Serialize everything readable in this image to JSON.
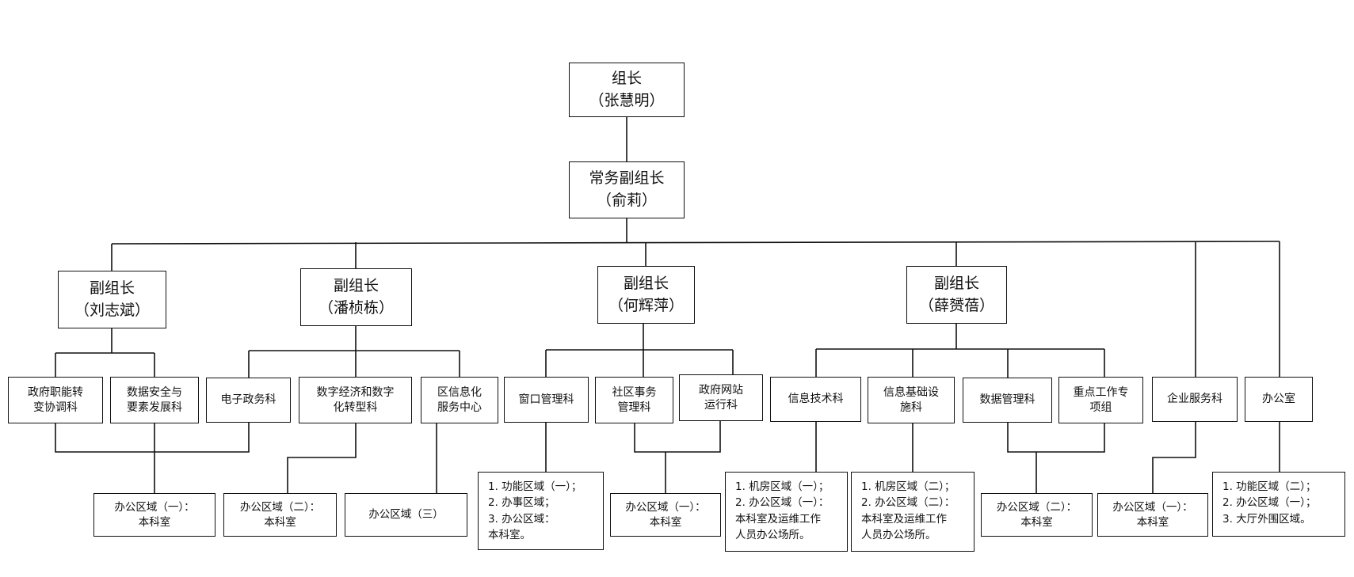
{
  "leaders": {
    "leader": {
      "title": "组长",
      "name": "（张慧明）"
    },
    "exec": {
      "title": "常务副组长",
      "name": "（俞莉）"
    },
    "d1": {
      "title": "副组长",
      "name": "（刘志斌）"
    },
    "d2": {
      "title": "副组长",
      "name": "（潘桢栋）"
    },
    "d3": {
      "title": "副组长",
      "name": "（何辉萍）"
    },
    "d4": {
      "title": "副组长",
      "name": "（薛赟蓓）"
    }
  },
  "depts": {
    "k1": [
      "政府职能转",
      "变协调科"
    ],
    "k2": [
      "数据安全与",
      "要素发展科"
    ],
    "k3": [
      "电子政务科"
    ],
    "k4": [
      "数字经济和数字",
      "化转型科"
    ],
    "k5": [
      "区信息化",
      "服务中心"
    ],
    "k6": [
      "窗口管理科"
    ],
    "k7": [
      "社区事务",
      "管理科"
    ],
    "k8": [
      "政府网站",
      "运行科"
    ],
    "k9": [
      "信息技术科"
    ],
    "k10": [
      "信息基础设",
      "施科"
    ],
    "k11": [
      "数据管理科"
    ],
    "k12": [
      "重点工作专",
      "项组"
    ],
    "k13": [
      "企业服务科"
    ],
    "k14": [
      "办公室"
    ]
  },
  "areas": {
    "a1": [
      "办公区域（一）：",
      "本科室"
    ],
    "a2": [
      "办公区域（二）：",
      "本科室"
    ],
    "a3": [
      "办公区域（三）"
    ],
    "a4": [
      "1. 功能区域（一）；",
      "2. 办事区域；",
      "3. 办公区域：",
      "本科室。"
    ],
    "a5": [
      "办公区域（一）：",
      "本科室"
    ],
    "a6": [
      "1. 机房区域（一）；",
      "2. 办公区域（一）：",
      "本科室及运维工作",
      "人员办公场所。"
    ],
    "a7": [
      "1. 机房区域（二）；",
      "2. 办公区域（二）：",
      "本科室及运维工作",
      "人员办公场所。"
    ],
    "a8": [
      "办公区域（二）：",
      "本科室"
    ],
    "a9": [
      "办公区域（一）：",
      "本科室"
    ],
    "a10": [
      "1. 功能区域（二）；",
      "2. 办公区域（一）；",
      "3. 大厅外围区域。"
    ]
  },
  "style": {
    "line_color": "#111111",
    "box_border": "#111111",
    "background": "#ffffff"
  }
}
